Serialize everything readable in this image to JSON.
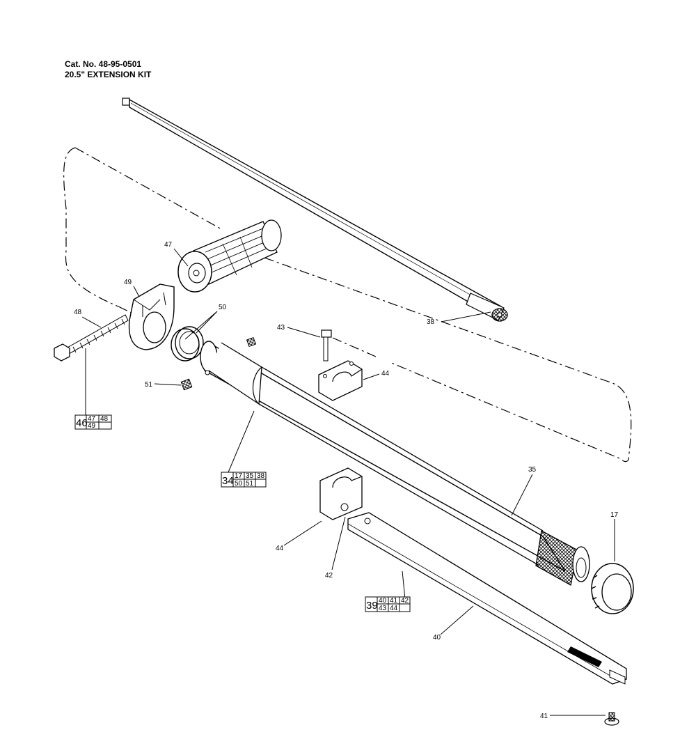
{
  "header": {
    "cat_no": "Cat. No. 48-95-0501",
    "title": "20.5\" EXTENSION KIT"
  },
  "callouts": {
    "p17": "17",
    "p34": "34",
    "p35": "35",
    "p38": "38",
    "p39": "39",
    "p40": "40",
    "p41": "41",
    "p42": "42",
    "p43": "43",
    "p44a": "44",
    "p44b": "44",
    "p46": "46",
    "p47": "47",
    "p48": "48",
    "p49": "49",
    "p50": "50",
    "p51": "51"
  },
  "kits": [
    {
      "main": "46",
      "parts": [
        "47",
        "48",
        "49",
        ""
      ]
    },
    {
      "main": "34",
      "parts": [
        "17",
        "35",
        "38",
        "50",
        "51",
        ""
      ]
    },
    {
      "main": "39",
      "parts": [
        "40",
        "41",
        "42",
        "43",
        "44",
        ""
      ]
    }
  ]
}
